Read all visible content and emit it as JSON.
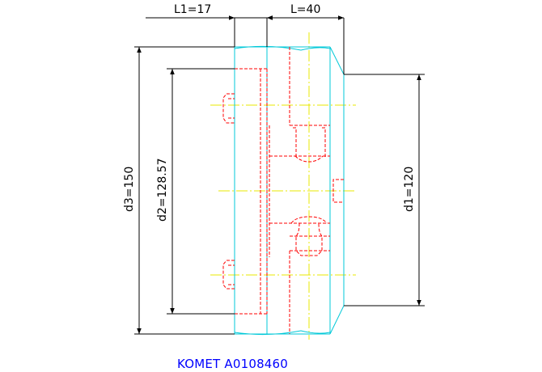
{
  "dimensions": {
    "l1": "L1=17",
    "l": "L=40",
    "d3": "d3=150",
    "d2": "d2=128.57",
    "d1": "d1=120"
  },
  "caption": "KOMET A0108460",
  "colors": {
    "outline": "#00c8d8",
    "hidden": "#ff0000",
    "centerline": "#e8e800",
    "dimension": "#000000",
    "caption": "#0000ff"
  }
}
